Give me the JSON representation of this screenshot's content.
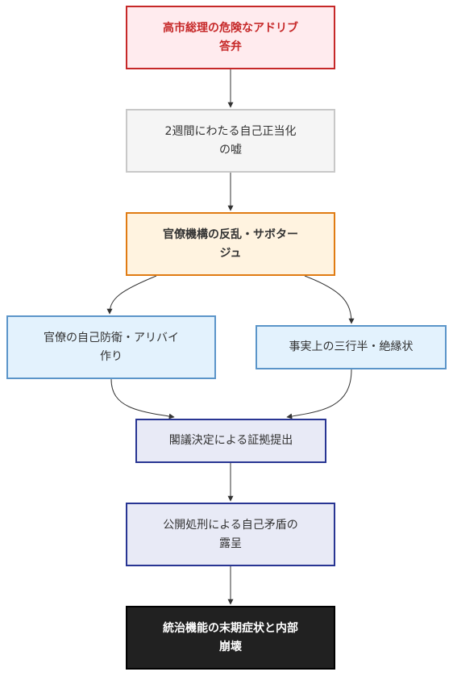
{
  "nodes": {
    "n1": "高市総理の危険なアドリブ\n答弁",
    "n2": "2週間にわたる自己正当化\nの嘘",
    "n3": "官僚機構の反乱・サボター\nジュ",
    "n4": "官僚の自己防衛・アリバイ\n作り",
    "n5": "事実上の三行半・絶縁状",
    "n6": "閣議決定による証拠提出",
    "n7": "公開処刑による自己矛盾の\n露呈",
    "n8": "統治機能の末期症状と内部\n崩壊"
  },
  "edges": [
    [
      "n1",
      "n2"
    ],
    [
      "n2",
      "n3"
    ],
    [
      "n3",
      "n4"
    ],
    [
      "n3",
      "n5"
    ],
    [
      "n4",
      "n6"
    ],
    [
      "n5",
      "n6"
    ],
    [
      "n6",
      "n7"
    ],
    [
      "n7",
      "n8"
    ]
  ],
  "colors": {
    "n1": {
      "fill": "#ffebee",
      "stroke": "#c62828",
      "text": "#c62828"
    },
    "n2": {
      "fill": "#f5f5f5",
      "stroke": "#c8c8c8",
      "text": "#333333"
    },
    "n3": {
      "fill": "#fff3e0",
      "stroke": "#e07b12",
      "text": "#333333"
    },
    "n4": {
      "fill": "#e3f2fd",
      "stroke": "#5b95c9",
      "text": "#333333"
    },
    "n5": {
      "fill": "#e3f2fd",
      "stroke": "#5b95c9",
      "text": "#333333"
    },
    "n6": {
      "fill": "#e8eaf6",
      "stroke": "#283593",
      "text": "#333333"
    },
    "n7": {
      "fill": "#e8eaf6",
      "stroke": "#283593",
      "text": "#333333"
    },
    "n8": {
      "fill": "#212121",
      "stroke": "#000000",
      "text": "#ffffff"
    },
    "edge": "#333333"
  }
}
